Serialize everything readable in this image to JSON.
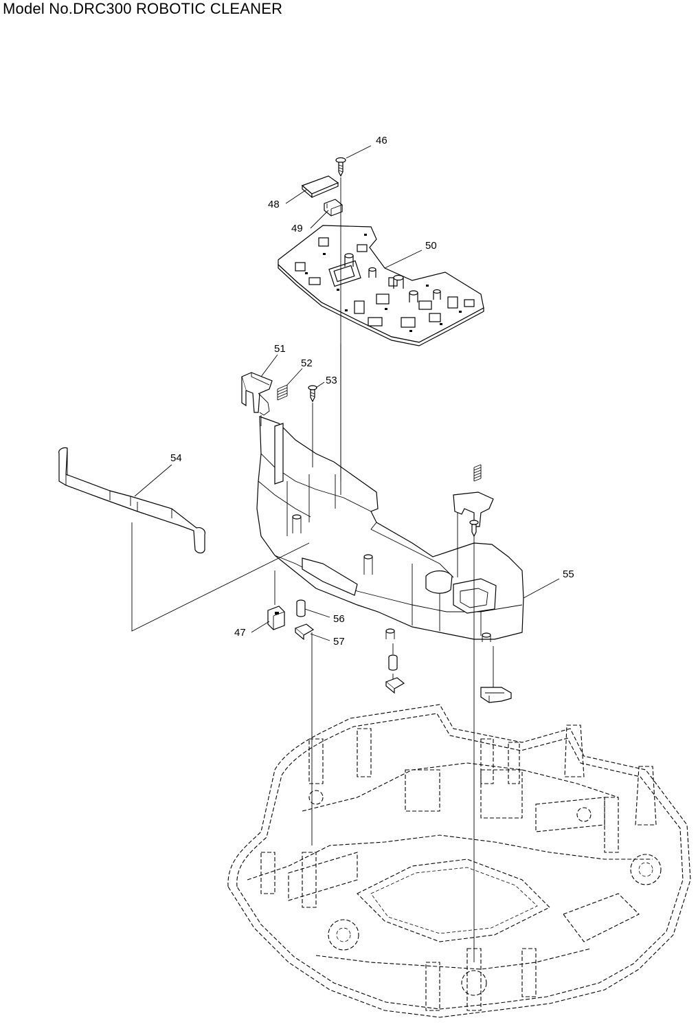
{
  "header": {
    "title": "Model No.DRC300 ROBOTIC CLEANER"
  },
  "callouts": [
    {
      "id": "46",
      "label": "46"
    },
    {
      "id": "47",
      "label": "47"
    },
    {
      "id": "48",
      "label": "48"
    },
    {
      "id": "49",
      "label": "49"
    },
    {
      "id": "50",
      "label": "50"
    },
    {
      "id": "51",
      "label": "51"
    },
    {
      "id": "52",
      "label": "52"
    },
    {
      "id": "53",
      "label": "53"
    },
    {
      "id": "54",
      "label": "54"
    },
    {
      "id": "55",
      "label": "55"
    },
    {
      "id": "56",
      "label": "56"
    },
    {
      "id": "57",
      "label": "57"
    }
  ],
  "parts": [
    {
      "ref": "46",
      "icon": "screw-icon"
    },
    {
      "ref": "47",
      "icon": "switch-icon"
    },
    {
      "ref": "48",
      "icon": "cable-connector-icon"
    },
    {
      "ref": "49",
      "icon": "connector-icon"
    },
    {
      "ref": "50",
      "icon": "circuit-board-icon"
    },
    {
      "ref": "51",
      "icon": "lever-icon"
    },
    {
      "ref": "52",
      "icon": "spring-icon"
    },
    {
      "ref": "53",
      "icon": "screw-icon"
    },
    {
      "ref": "54",
      "icon": "bumper-strip-icon"
    },
    {
      "ref": "55",
      "icon": "chassis-frame-icon"
    },
    {
      "ref": "56",
      "icon": "rubber-foot-icon"
    },
    {
      "ref": "57",
      "icon": "bracket-icon"
    }
  ]
}
